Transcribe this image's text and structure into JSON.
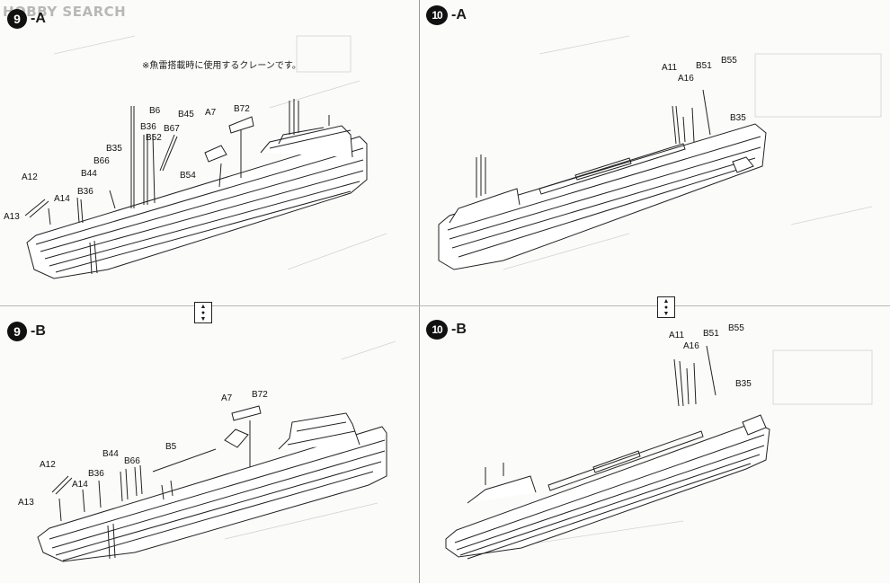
{
  "watermark": "HOBBY SEARCH",
  "note": "※魚雷搭載時に使用するクレーンです。",
  "panels": [
    {
      "num": "9",
      "suffix": "-A",
      "labels": [
        "A12",
        "A13",
        "A14",
        "B36",
        "B44",
        "B66",
        "B35",
        "B6",
        "B36",
        "B52",
        "B45",
        "B67",
        "B54",
        "A7",
        "B72"
      ]
    },
    {
      "num": "10",
      "suffix": "-A",
      "labels": [
        "A11",
        "A16",
        "B51",
        "B55",
        "B35"
      ]
    },
    {
      "num": "9",
      "suffix": "-B",
      "labels": [
        "A7",
        "B72",
        "B5",
        "B44",
        "B66",
        "A12",
        "B36",
        "A14",
        "A13"
      ]
    },
    {
      "num": "10",
      "suffix": "-B",
      "labels": [
        "A11",
        "A16",
        "B51",
        "B55",
        "B35"
      ]
    }
  ]
}
